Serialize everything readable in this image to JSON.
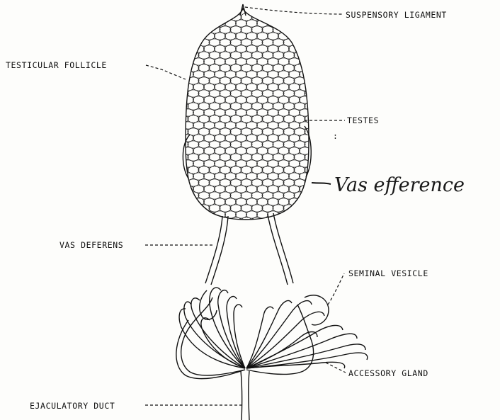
{
  "labels": {
    "suspensory_ligament": "SUSPENSORY LIGAMENT",
    "testicular_follicle": "TESTICULAR FOLLICLE",
    "testes": "TESTES",
    "vas_efference": "Vas efference",
    "vas_deferens": "VAS DEFERENS",
    "seminal_vesicle": "SEMINAL VESICLE",
    "accessory_gland": "ACCESSORY GLAND",
    "ejaculatory_duct": "EJACULATORY DUCT"
  }
}
